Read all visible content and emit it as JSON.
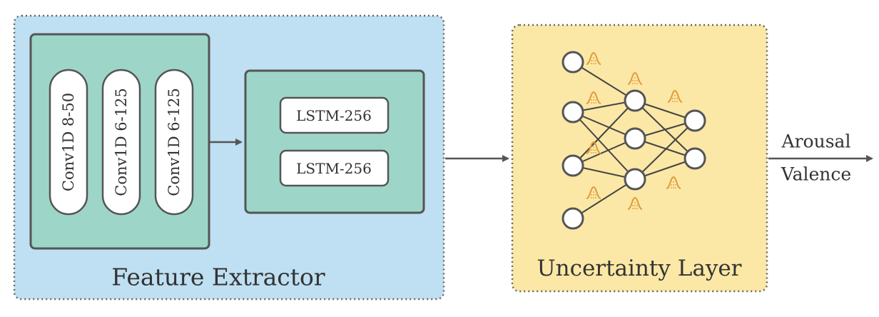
{
  "feature_extractor": {
    "label": "Feature Extractor",
    "conv_layers": [
      "Conv1D 8-50",
      "Conv1D 6-125",
      "Conv1D 6-125"
    ],
    "lstm_layers": [
      "LSTM-256",
      "LSTM-256"
    ]
  },
  "uncertainty_layer": {
    "label": "Uncertainty Layer"
  },
  "outputs": [
    "Arousal",
    "Valence"
  ],
  "colors": {
    "feature_bg": "#bfe0f2",
    "block_fill": "#9dd6c8",
    "uncertainty_bg": "#fbe8a6",
    "distribution": "#e39a3c",
    "stroke": "#555555"
  }
}
